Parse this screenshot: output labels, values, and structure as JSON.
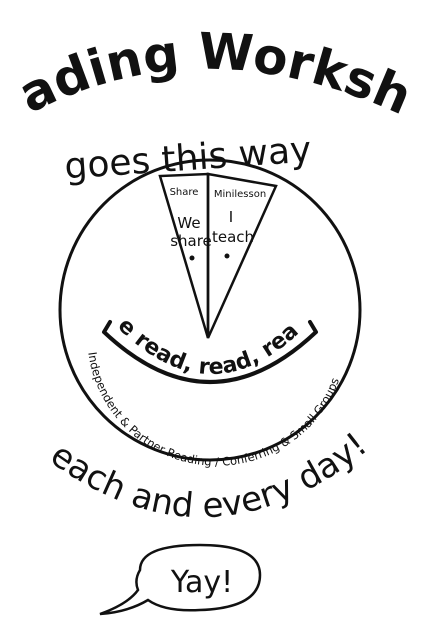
{
  "title": "Reading Workshop",
  "subtitle": "goes this way",
  "wedges": {
    "share": {
      "label": "Share",
      "text_line1": "We",
      "text_line2": "share"
    },
    "minilesson": {
      "label": "Minilesson",
      "text_line1": "I",
      "text_line2": "teach"
    }
  },
  "smile_text": "We read, read, read!",
  "arc_text": "Independent & Partner Reading / Conferring & Small Groups",
  "bottom_text": "each and every day!",
  "bubble_text": "Yay!"
}
